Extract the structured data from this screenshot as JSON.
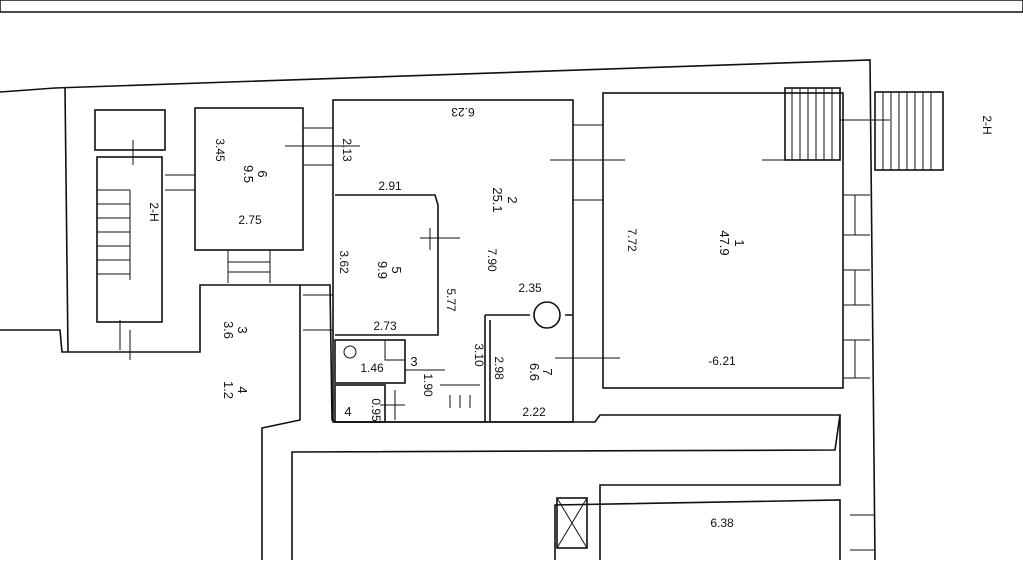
{
  "rooms": [
    {
      "id": "1",
      "area": "47.9"
    },
    {
      "id": "2",
      "area": "25.1"
    },
    {
      "id": "3",
      "area": "3.6"
    },
    {
      "id": "4",
      "area": "1.2"
    },
    {
      "id": "5",
      "area": "9.9"
    },
    {
      "id": "6",
      "area": "9.5"
    },
    {
      "id": "7",
      "area": "6.6"
    }
  ],
  "small_rooms": {
    "room3": "3",
    "room4": "4"
  },
  "dimensions": {
    "d_345": "3.45",
    "d_213": "2.13",
    "d_275": "2.75",
    "d_291": "2.91",
    "d_623": "6.23",
    "d_362": "3.62",
    "d_273": "2.73",
    "d_577": "5.77",
    "d_790": "7.90",
    "d_235": "2.35",
    "d_310": "3.10",
    "d_298": "2.98",
    "d_222": "2.22",
    "d_146": "1.46",
    "d_190": "1.90",
    "d_095": "0.95",
    "d_772": "7.72",
    "d_621": "-6.21",
    "d_638": "6.38"
  },
  "section_marks": {
    "left": "2-H",
    "right": "2-H"
  }
}
